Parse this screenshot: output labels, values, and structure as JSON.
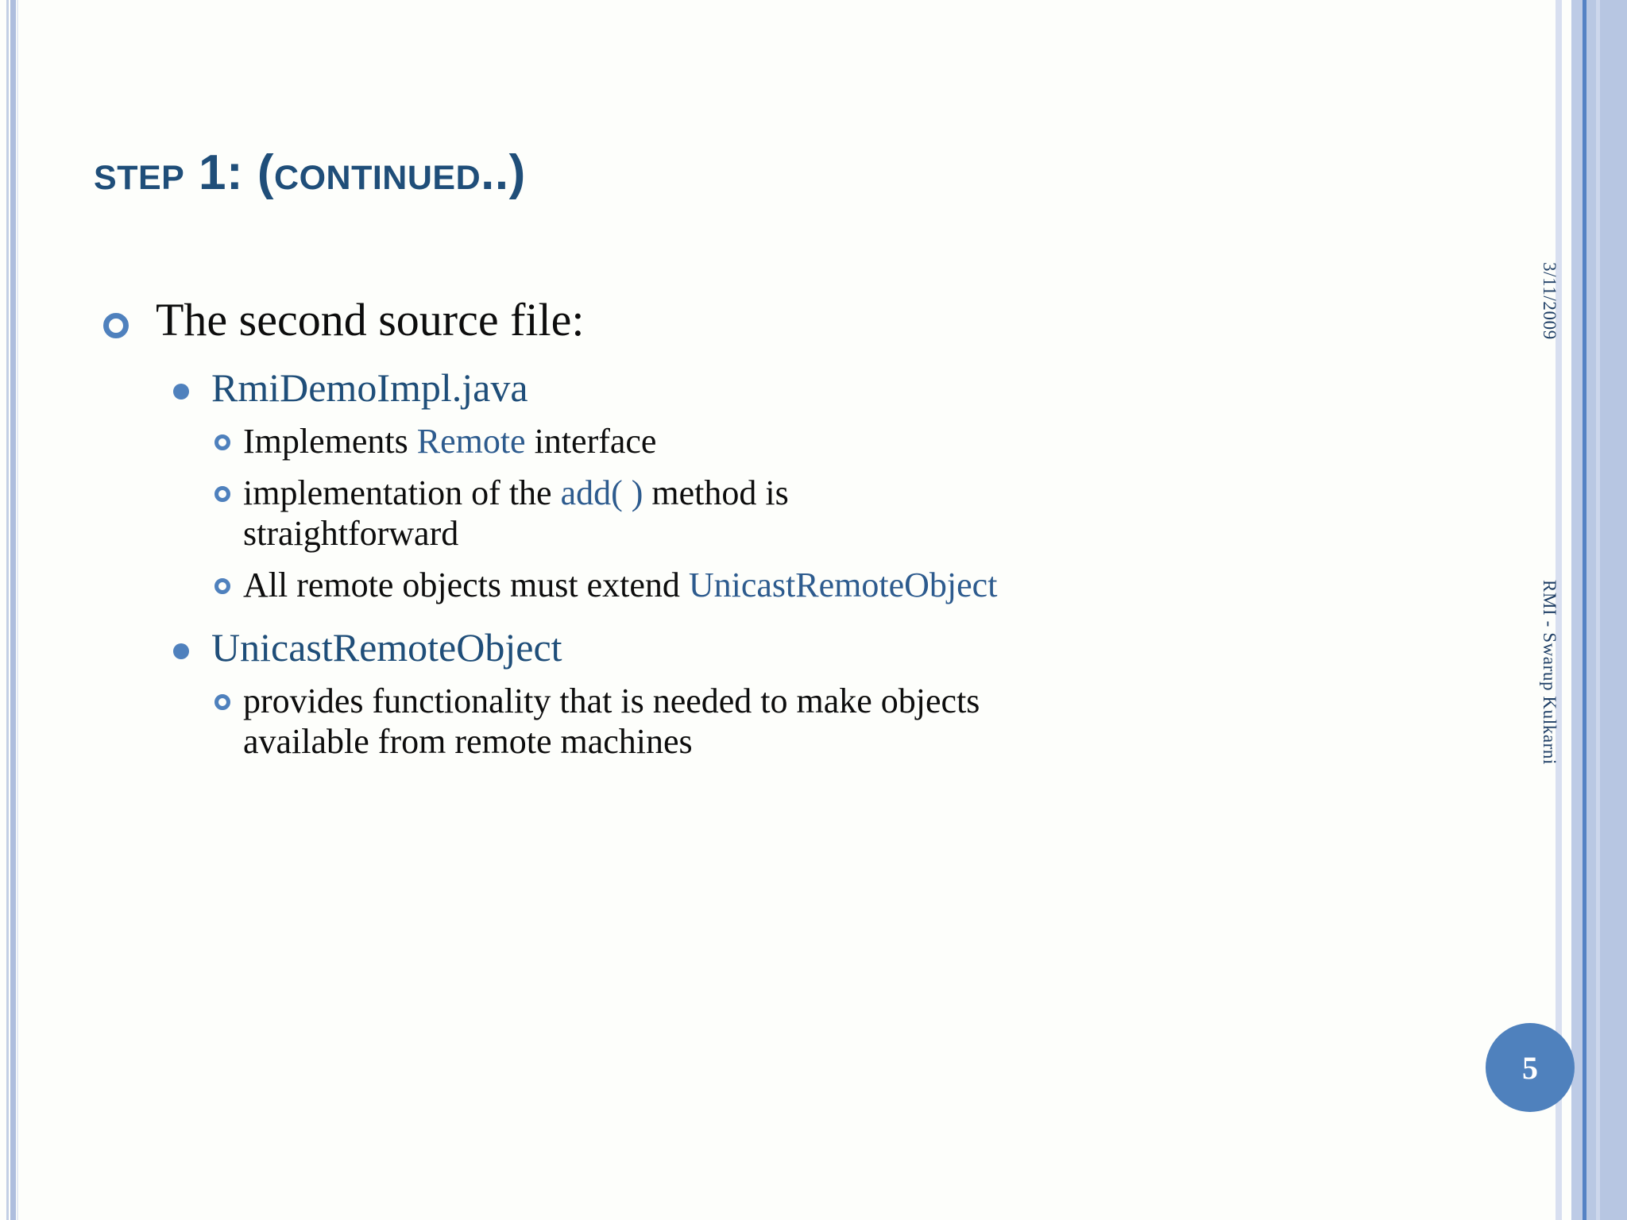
{
  "slide": {
    "title": "Step 1: (Continued..)",
    "background_color": "#fdfefb",
    "accent_color": "#4f81bd",
    "title_color": "#1f4e79",
    "highlight_color": "#2d5b8e"
  },
  "content": {
    "level1": {
      "text": "The second source file:"
    },
    "blocks": [
      {
        "heading": "RmiDemoImpl.java",
        "items": [
          {
            "parts": [
              {
                "text": "Implements ",
                "style": "plain"
              },
              {
                "text": "Remote",
                "style": "highlight"
              },
              {
                "text": " interface",
                "style": "plain"
              }
            ]
          },
          {
            "parts": [
              {
                "text": "implementation of the ",
                "style": "plain"
              },
              {
                "text": "add(  )",
                "style": "highlight"
              },
              {
                "text": " method is",
                "style": "plain"
              }
            ],
            "continuation": "straightforward"
          },
          {
            "parts": [
              {
                "text": "All remote objects must extend ",
                "style": "plain"
              },
              {
                "text": "UnicastRemoteObject",
                "style": "highlight"
              }
            ]
          }
        ]
      },
      {
        "heading": "UnicastRemoteObject",
        "items": [
          {
            "parts": [
              {
                "text": "provides functionality that is needed to make objects",
                "style": "plain"
              }
            ],
            "continuation": "available from remote machines"
          }
        ]
      }
    ]
  },
  "sidebar": {
    "date": "3/11/2009",
    "footer": "RMI - Swarup Kulkarni"
  },
  "slide_number": "5"
}
